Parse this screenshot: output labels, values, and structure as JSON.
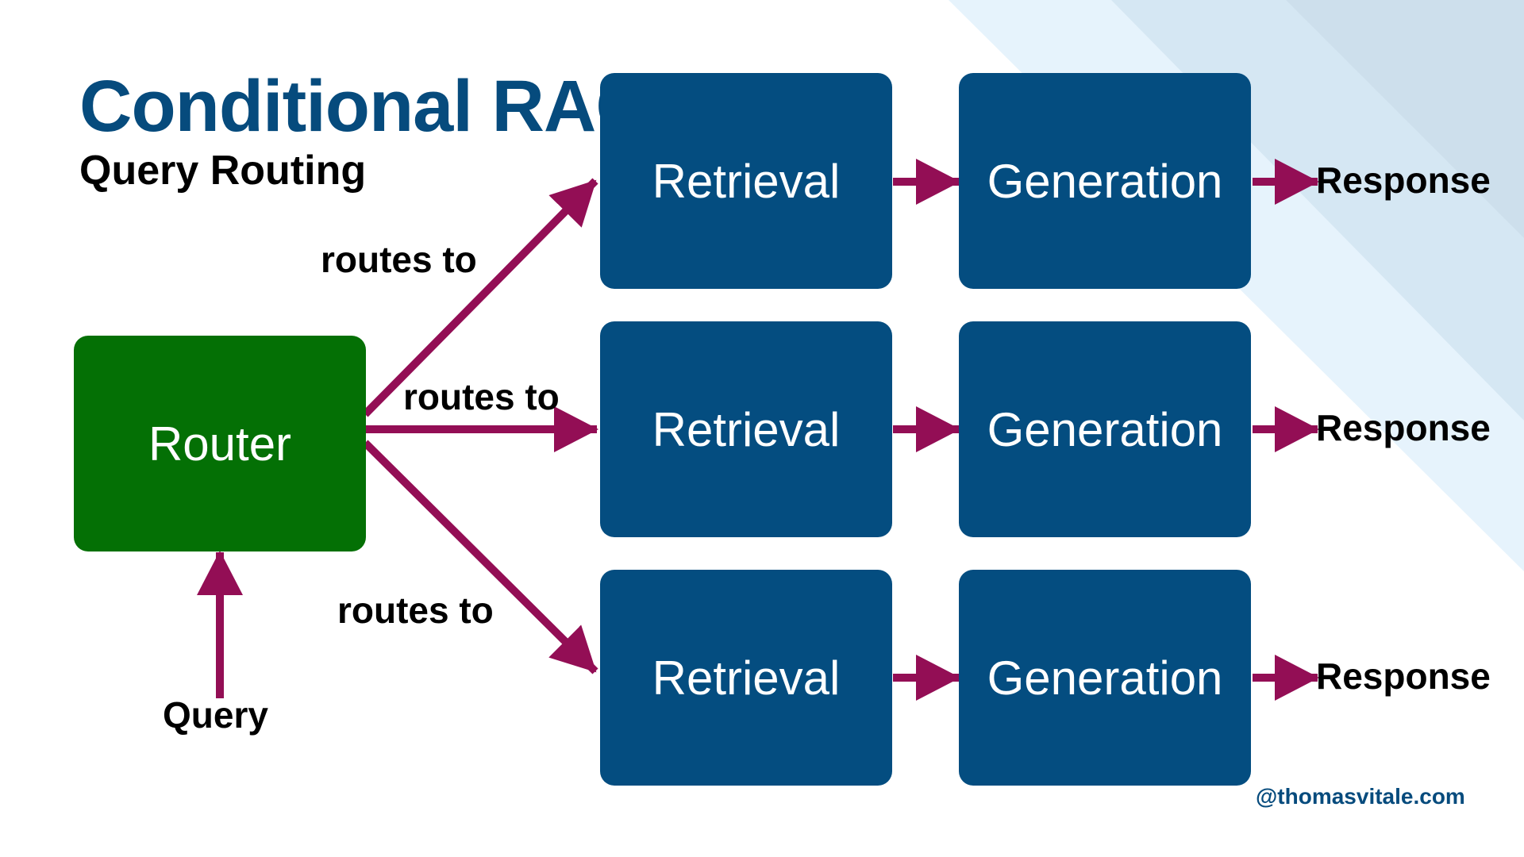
{
  "title": "Conditional RAG",
  "subtitle": "Query Routing",
  "router_label": "Router",
  "query_label": "Query",
  "routes": [
    {
      "edge_label": "routes to",
      "retrieval_label": "Retrieval",
      "generation_label": "Generation",
      "response_label": "Response"
    },
    {
      "edge_label": "routes to",
      "retrieval_label": "Retrieval",
      "generation_label": "Generation",
      "response_label": "Response"
    },
    {
      "edge_label": "routes to",
      "retrieval_label": "Retrieval",
      "generation_label": "Generation",
      "response_label": "Response"
    }
  ],
  "credit": "@thomasvitale.com",
  "colors": {
    "title": "#064b7d",
    "box_blue": "#044d80",
    "box_green": "#047005",
    "arrow": "#930e55",
    "background_accent": "#e3f1fb"
  }
}
